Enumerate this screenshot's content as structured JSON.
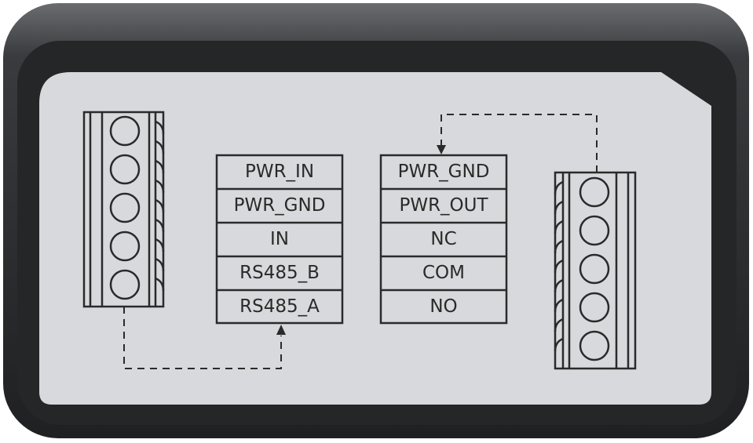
{
  "device": {
    "left_block_labels": [
      "PWR_IN",
      "PWR_GND",
      "IN",
      "RS485_B",
      "RS485_A"
    ],
    "right_block_labels": [
      "PWR_GND",
      "PWR_OUT",
      "NC",
      "COM",
      "NO"
    ],
    "colors": {
      "body": "#2b2c2e",
      "body_top": "#5d5f63",
      "label": "#d8d9dc",
      "ink": "#2a2a2a"
    }
  }
}
